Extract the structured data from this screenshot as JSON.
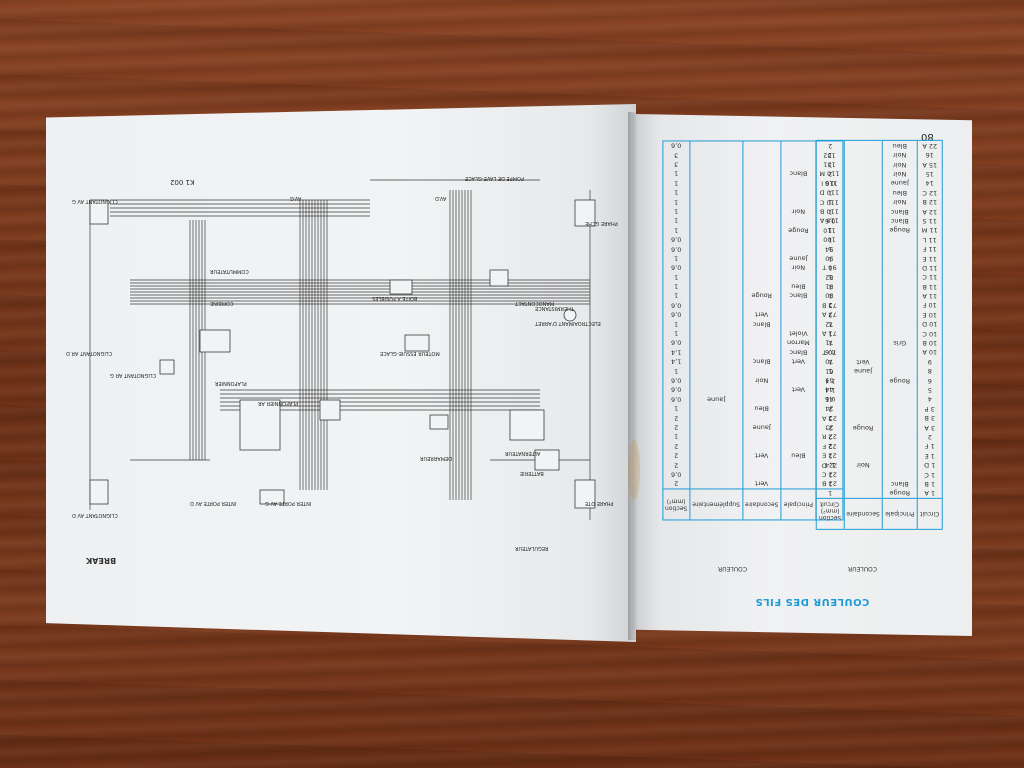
{
  "left_page": {
    "diagram_title": "BREAK",
    "diagram_ref": "K1 002",
    "labels": [
      "CLIGNOTANT AV G",
      "CLIGNOTANT AV D",
      "PHARE GCHE",
      "PHARE DTE",
      "ALTERNATEUR",
      "DEMARREUR",
      "BATTERIE",
      "REGULATEUR",
      "MOTEUR ESSUIE-GLACE",
      "POMPE DE LAVE-GLACE",
      "BOITE A FUSIBLES",
      "COMBINE",
      "COMMUTATEUR",
      "PLAFONNIER",
      "INTER PORTE AV G",
      "INTER PORTE AV D",
      "PLAFONNIER AR",
      "CLIGNOTANT AR G",
      "CLIGNOTANT AR D",
      "ELECTROAIMANT D'ARRET",
      "THERMISTANCE",
      "MANOCONTACT",
      "AV.G",
      "AV.D"
    ]
  },
  "right_page": {
    "title": "COULEUR DES FILS",
    "page_number": "80",
    "header_group": "COULEUR",
    "left_table": {
      "columns": [
        "Circuit",
        "Principale",
        "Secondaire",
        "Section (mm²)"
      ],
      "rows": [
        [
          "1 A",
          "Rouge",
          "",
          "1"
        ],
        [
          "1 B",
          "Blanc",
          "",
          "1"
        ],
        [
          "1 C",
          "",
          "",
          "1"
        ],
        [
          "1 D",
          "",
          "Noir",
          "1,4"
        ],
        [
          "1 E",
          "",
          "",
          "1"
        ],
        [
          "1 F",
          "",
          "",
          "2"
        ],
        [
          "2",
          "",
          "",
          "2"
        ],
        [
          "3 A",
          "",
          "Rouge",
          "2"
        ],
        [
          "3 B",
          "",
          "",
          "2"
        ],
        [
          "3 P",
          "",
          "",
          "2"
        ],
        [
          "4",
          "",
          "",
          "0,6"
        ],
        [
          "5",
          "",
          "",
          "1,4"
        ],
        [
          "6",
          "Rouge",
          "",
          "1,4"
        ],
        [
          "8",
          "",
          "Jaune",
          "1"
        ],
        [
          "9",
          "",
          "Vert",
          "1"
        ],
        [
          "10 A",
          "",
          "",
          "0,6"
        ],
        [
          "10 B",
          "Gris",
          "",
          "1"
        ],
        [
          "10 C",
          "",
          "",
          "1"
        ],
        [
          "10 D",
          "",
          "",
          "1"
        ],
        [
          "10 E",
          "",
          "",
          "2"
        ],
        [
          "10 F",
          "",
          "",
          "2"
        ],
        [
          "11 A",
          "",
          "",
          "1"
        ],
        [
          "11 B",
          "",
          "",
          "1"
        ],
        [
          "11 C",
          "",
          "",
          "1"
        ],
        [
          "11 D",
          "",
          "",
          "1"
        ],
        [
          "11 E",
          "",
          "",
          "1"
        ],
        [
          "11 F",
          "",
          "",
          "1"
        ],
        [
          "11 L",
          "",
          "",
          "1"
        ],
        [
          "11 M",
          "Rouge",
          "",
          "1"
        ],
        [
          "11 S",
          "Blanc",
          "",
          "0,6"
        ],
        [
          "12 A",
          "Blanc",
          "",
          "1"
        ],
        [
          "12 B",
          "Noir",
          "",
          "1"
        ],
        [
          "12 C",
          "Bleu",
          "",
          "1"
        ],
        [
          "14",
          "Jaune",
          "",
          "0,6"
        ],
        [
          "15",
          "Noir",
          "",
          "2"
        ],
        [
          "15 A",
          "Noir",
          "",
          "1"
        ],
        [
          "16",
          "Noir",
          "",
          "1"
        ],
        [
          "22 A",
          "Bleu",
          "",
          "2"
        ]
      ]
    },
    "right_table": {
      "columns": [
        "Circuit",
        "Principale",
        "Secondaire",
        "Supplémentaire",
        "Section (mm²)"
      ],
      "rows": [
        [
          "22 B",
          "",
          "Vert",
          "",
          "2"
        ],
        [
          "22 C",
          "",
          "",
          "",
          "0,6"
        ],
        [
          "22 D",
          "",
          "",
          "",
          "2"
        ],
        [
          "22 E",
          "Bleu",
          "Vert",
          "",
          "2"
        ],
        [
          "22 F",
          "",
          "",
          "",
          "2"
        ],
        [
          "22 R",
          "",
          "",
          "",
          "1"
        ],
        [
          "23",
          "",
          "Jaune",
          "",
          "2"
        ],
        [
          "23 A",
          "",
          "",
          "",
          "2"
        ],
        [
          "24",
          "",
          "Bleu",
          "",
          "1"
        ],
        [
          "41",
          "",
          "",
          "Jaune",
          "0,6"
        ],
        [
          "44",
          "Vert",
          "",
          "",
          "0,6"
        ],
        [
          "51",
          "",
          "Noir",
          "",
          "0,6"
        ],
        [
          "61",
          "",
          "",
          "",
          "1"
        ],
        [
          "70",
          "Vert",
          "Blanc",
          "",
          "1,4"
        ],
        [
          "70 T",
          "Blanc",
          "",
          "",
          "1,4"
        ],
        [
          "71",
          "Marron",
          "",
          "",
          "0,6"
        ],
        [
          "71 A",
          "Violet",
          "",
          "",
          "1"
        ],
        [
          "72",
          "",
          "Blanc",
          "",
          "1"
        ],
        [
          "73 A",
          "",
          "Vert",
          "",
          "0,6"
        ],
        [
          "73 B",
          "",
          "",
          "",
          "0,6"
        ],
        [
          "80",
          "Blanc",
          "Rouge",
          "",
          "1"
        ],
        [
          "81",
          "Bleu",
          "",
          "",
          "1"
        ],
        [
          "82",
          "",
          "",
          "",
          "1"
        ],
        [
          "90 T",
          "Noir",
          "",
          "",
          "0,6"
        ],
        [
          "90",
          "Jaune",
          "",
          "",
          "1"
        ],
        [
          "94",
          "",
          "",
          "",
          "0,6"
        ],
        [
          "100",
          "",
          "",
          "",
          "0,6"
        ],
        [
          "110",
          "Rouge",
          "",
          "",
          "1"
        ],
        [
          "110 A",
          "",
          "",
          "",
          "1"
        ],
        [
          "110 B",
          "Noir",
          "",
          "",
          "1"
        ],
        [
          "110 C",
          "",
          "",
          "",
          "1"
        ],
        [
          "110 D",
          "",
          "",
          "",
          "1"
        ],
        [
          "110 I",
          "",
          "",
          "",
          "1"
        ],
        [
          "110 M",
          "Blanc",
          "",
          "",
          "1"
        ],
        [
          "131",
          "",
          "",
          "",
          "3"
        ],
        [
          "132",
          "",
          "",
          "",
          "3"
        ],
        [
          "",
          "",
          "",
          "",
          "0,6"
        ]
      ]
    }
  }
}
